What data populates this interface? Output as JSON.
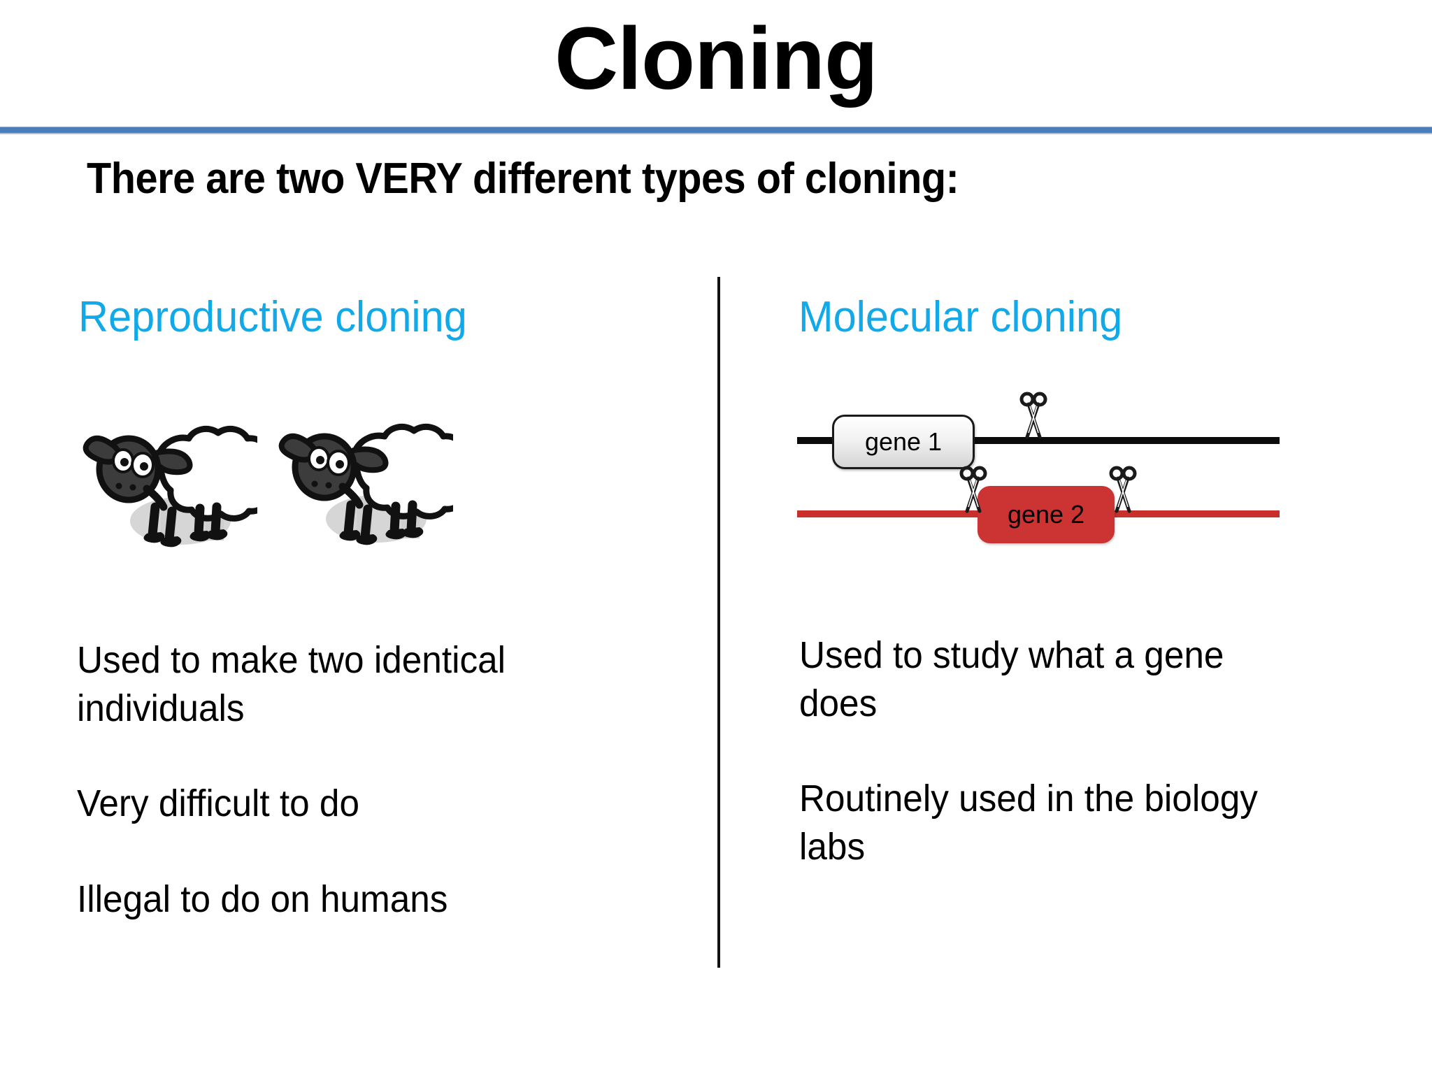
{
  "slide": {
    "title": "Cloning",
    "subtitle": "There are two VERY different types of cloning:",
    "background_color": "#ffffff",
    "rule_color": "#4a7ebb",
    "heading_color": "#12a9e8",
    "divider_color": "#111111"
  },
  "columns": {
    "left": {
      "heading": "Reproductive cloning",
      "illustration": "two-identical-sheep",
      "bullets": [
        "Used to make two identical individuals",
        "Very difficult to do",
        "Illegal to do on humans"
      ]
    },
    "right": {
      "heading": "Molecular cloning",
      "illustration": "gene-cut-diagram",
      "bullets": [
        "Used to study what a gene does",
        "Routinely used in the biology labs"
      ]
    }
  },
  "gene_diagram": {
    "rows": [
      {
        "line_color": "#0b0b0b",
        "gene_label": "gene 1",
        "gene_fill": "#eeeeee",
        "cut_sites": 1
      },
      {
        "line_color": "#c9302c",
        "gene_label": "gene 2",
        "gene_fill": "#cc3333",
        "cut_sites": 2
      }
    ],
    "icon": "scissors-icon"
  }
}
